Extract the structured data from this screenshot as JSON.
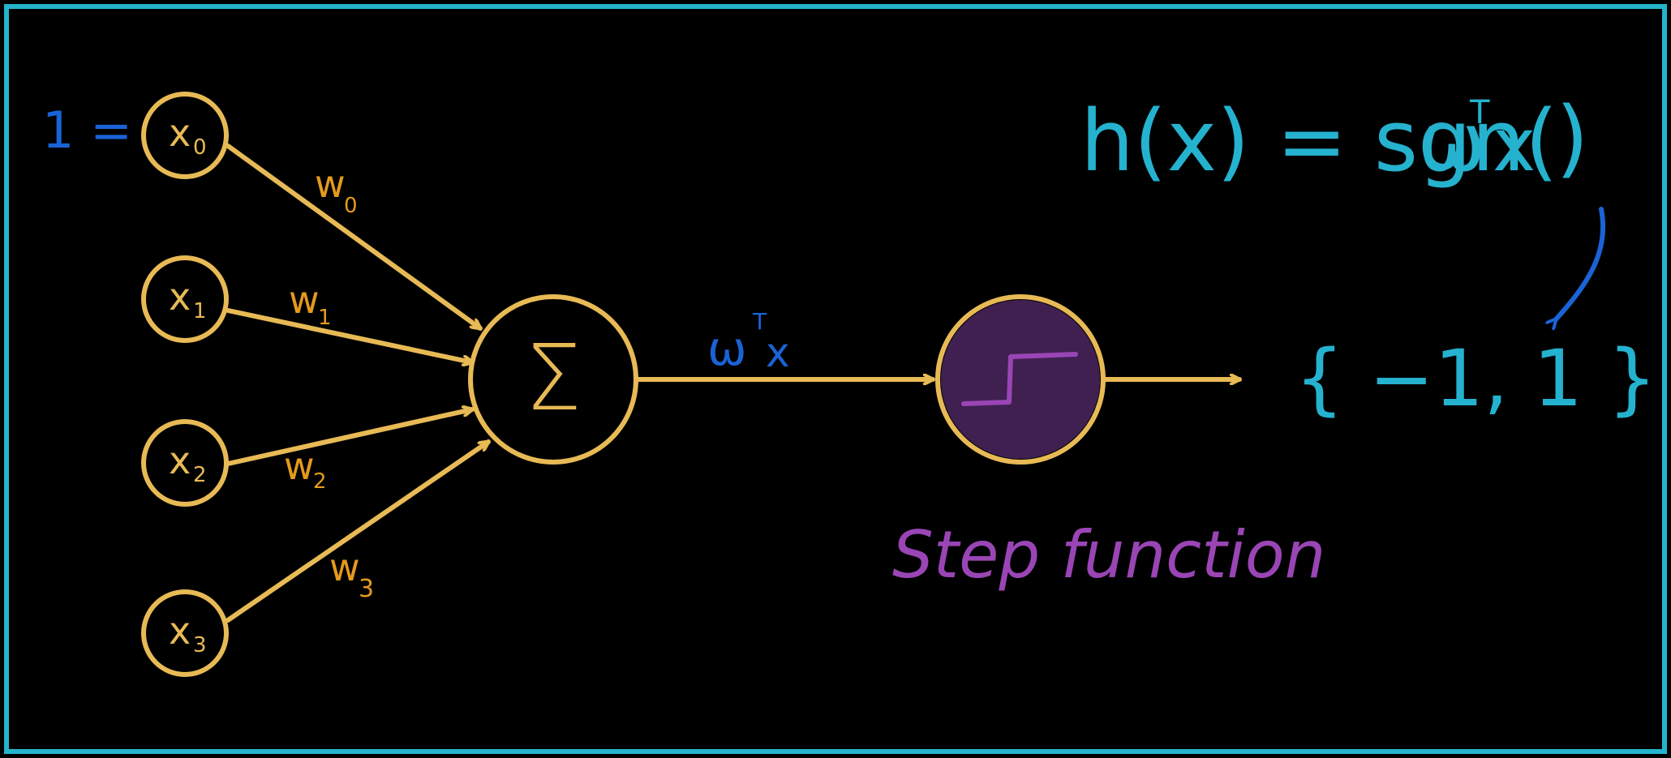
{
  "colors": {
    "background": "#000000",
    "frame": "#24b4cc",
    "node": "#e8ba55",
    "weight": "#e59a1c",
    "blue": "#1a63d6",
    "cyan": "#25b2cf",
    "purple": "#9a45b5",
    "purple_fill": "#3f2050"
  },
  "bias": {
    "label": "1 ="
  },
  "inputs": [
    {
      "name": "x",
      "sub": "0"
    },
    {
      "name": "x",
      "sub": "1"
    },
    {
      "name": "x",
      "sub": "2"
    },
    {
      "name": "x",
      "sub": "3"
    }
  ],
  "weights": [
    {
      "name": "w",
      "sub": "0"
    },
    {
      "name": "w",
      "sub": "1"
    },
    {
      "name": "w",
      "sub": "2"
    },
    {
      "name": "w",
      "sub": "3"
    }
  ],
  "sum_node": {
    "symbol": "Σ"
  },
  "net_input": {
    "base": "ω",
    "sup": "T",
    "var": "x"
  },
  "activation": {
    "icon": "step-icon",
    "label": "Step function"
  },
  "formula": {
    "left": "h(x) = sgn(",
    "base": "ω",
    "sup": "T",
    "var": "x",
    "right": ")"
  },
  "output": {
    "text": "{ −1, 1 }"
  }
}
